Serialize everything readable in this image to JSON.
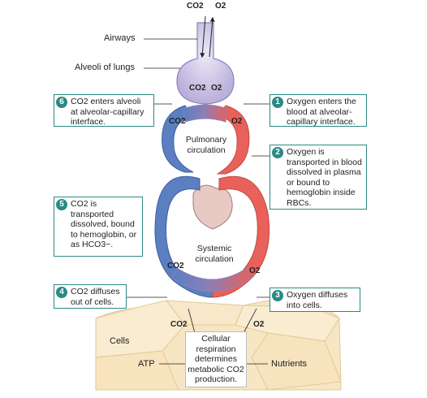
{
  "top": {
    "co2": "CO2",
    "o2": "O2"
  },
  "labels": {
    "airways": "Airways",
    "alveoli": "Alveoli of lungs",
    "cells": "Cells",
    "atp": "ATP",
    "nutrients": "Nutrients"
  },
  "center": {
    "pulmonary": "Pulmonary circulation",
    "systemic": "Systemic circulation",
    "cellular": "Cellular respiration determines metabolic CO2 production."
  },
  "gas_labels": {
    "alveoli_co2": "CO2",
    "alveoli_o2": "O2",
    "pulm_co2": "CO2",
    "pulm_o2": "O2",
    "sys_co2": "CO2",
    "sys_o2": "O2",
    "cell_co2": "CO2",
    "cell_o2": "O2"
  },
  "steps": [
    {
      "num": "1",
      "text": "Oxygen enters the blood at alveolar-capillary interface."
    },
    {
      "num": "2",
      "text": "Oxygen is transported in blood dissolved in plasma or bound to hemoglobin inside RBCs."
    },
    {
      "num": "3",
      "text": "Oxygen diffuses into cells."
    },
    {
      "num": "4",
      "text": "CO2 diffuses out of cells."
    },
    {
      "num": "5",
      "text": "CO2 is transported dissolved, bound to hemoglobin, or as HCO3−."
    },
    {
      "num": "6",
      "text": "CO2 enters alveoli at alveolar-capillary interface."
    }
  ],
  "colors": {
    "oxygenated": "#e8615a",
    "deoxygenated": "#5b7fc0",
    "accent": "#2a8a84",
    "cells_fill": "#f7e6c4",
    "alveoli_fill": "#cfc7e6"
  }
}
